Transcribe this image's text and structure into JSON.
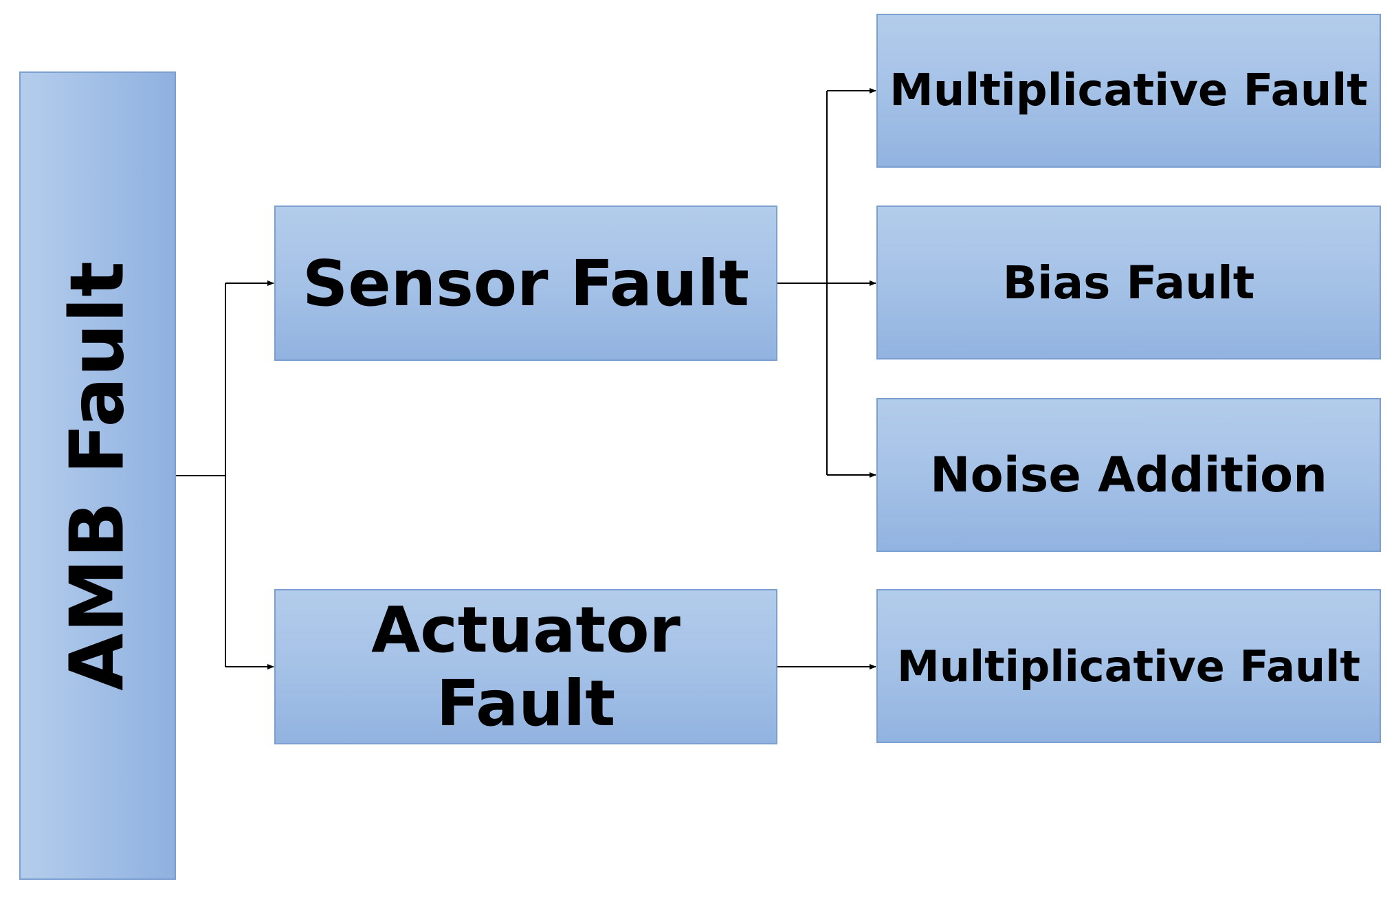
{
  "diagram": {
    "root": {
      "label": "AMB Fault"
    },
    "branches": {
      "sensor": {
        "label": "Sensor Fault"
      },
      "actuator": {
        "label": "Actuator Fault"
      }
    },
    "leaves": {
      "sensor_multiplicative": {
        "label": "Multiplicative Fault"
      },
      "sensor_bias": {
        "label": "Bias Fault"
      },
      "sensor_noise": {
        "label": "Noise Addition"
      },
      "actuator_multiplicative": {
        "label": "Multiplicative Fault"
      }
    },
    "colors": {
      "box_fill": "#a3c0e6",
      "box_border": "#7a9fd0",
      "connector": "#000000",
      "text": "#000000"
    }
  }
}
